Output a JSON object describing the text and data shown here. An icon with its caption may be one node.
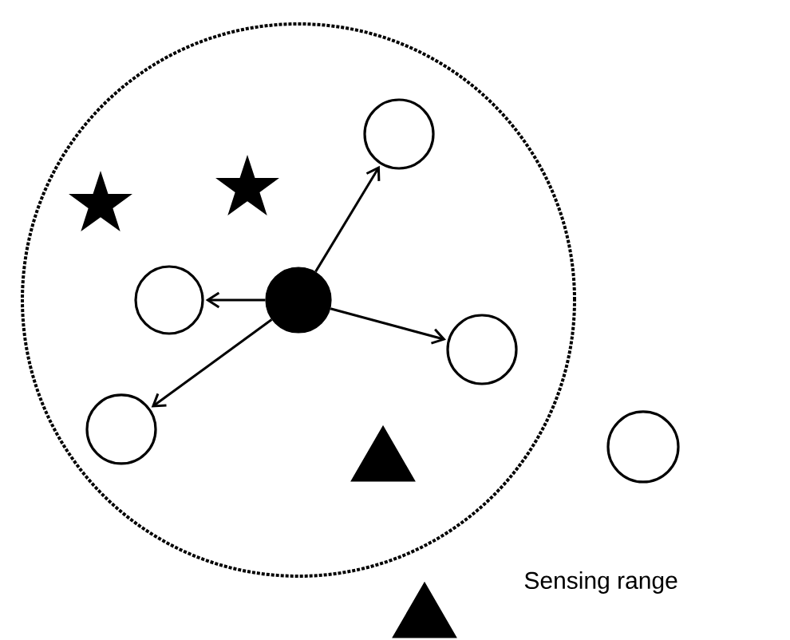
{
  "diagram": {
    "nodes": [
      {
        "text": [],
        "shape": "circle",
        "beside": [
          "Sensing range"
        ]
      },
      {
        "text": [],
        "shape": "circle",
        "in": 0
      },
      {
        "text": [],
        "shape": "star",
        "in": 0
      },
      {
        "text": [],
        "shape": "star",
        "in": 0
      },
      {
        "text": [],
        "shape": "circle",
        "in": 0
      },
      {
        "text": [],
        "shape": "circle",
        "in": 0
      },
      {
        "text": [],
        "shape": "circle",
        "in": 0
      },
      {
        "text": [],
        "shape": "circle",
        "in": 0
      },
      {
        "text": [],
        "shape": "triangle",
        "in": 0
      },
      {
        "text": [],
        "shape": "circle"
      },
      {
        "text": [],
        "shape": "triangle"
      }
    ],
    "edges": [
      {
        "from": 5,
        "to": 1,
        "arrow": "to"
      },
      {
        "from": 5,
        "to": 4,
        "arrow": "to"
      },
      {
        "from": 5,
        "to": 6,
        "arrow": "to"
      },
      {
        "from": 5,
        "to": 7,
        "arrow": "to"
      }
    ]
  }
}
